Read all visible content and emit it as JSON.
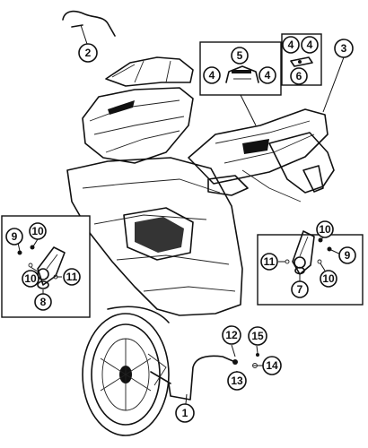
{
  "callouts": {
    "c1": "1",
    "c2": "2",
    "c3": "3",
    "c4a": "4",
    "c4b": "4",
    "c4c": "4",
    "c4d": "4",
    "c5": "5",
    "c6": "6",
    "c7": "7",
    "c8": "8",
    "c9a": "9",
    "c9b": "9",
    "c10a": "10",
    "c10b": "10",
    "c10c": "10",
    "c10d": "10",
    "c11a": "11",
    "c11b": "11",
    "c12": "12",
    "c13": "13",
    "c14": "14",
    "c15": "15"
  },
  "colors": {
    "line": "#111111",
    "background": "#ffffff"
  }
}
